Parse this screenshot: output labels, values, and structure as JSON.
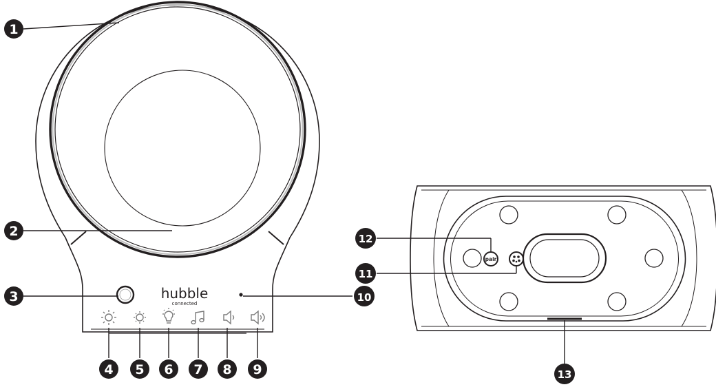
{
  "front_view": {
    "brand": "hubble",
    "brand_sub": "connected",
    "icons": [
      "brightness-high-icon",
      "brightness-low-icon",
      "night-light-icon",
      "music-note-icon",
      "volume-down-icon",
      "volume-up-icon"
    ]
  },
  "bottom_view": {
    "pair_button_label": "pair"
  },
  "callouts": [
    "1",
    "2",
    "3",
    "4",
    "5",
    "6",
    "7",
    "8",
    "9",
    "10",
    "11",
    "12",
    "13"
  ],
  "colors": {
    "line": "#231f20",
    "icon": "#7a7a7a",
    "callout_fill": "#231f20",
    "background": "#ffffff"
  }
}
